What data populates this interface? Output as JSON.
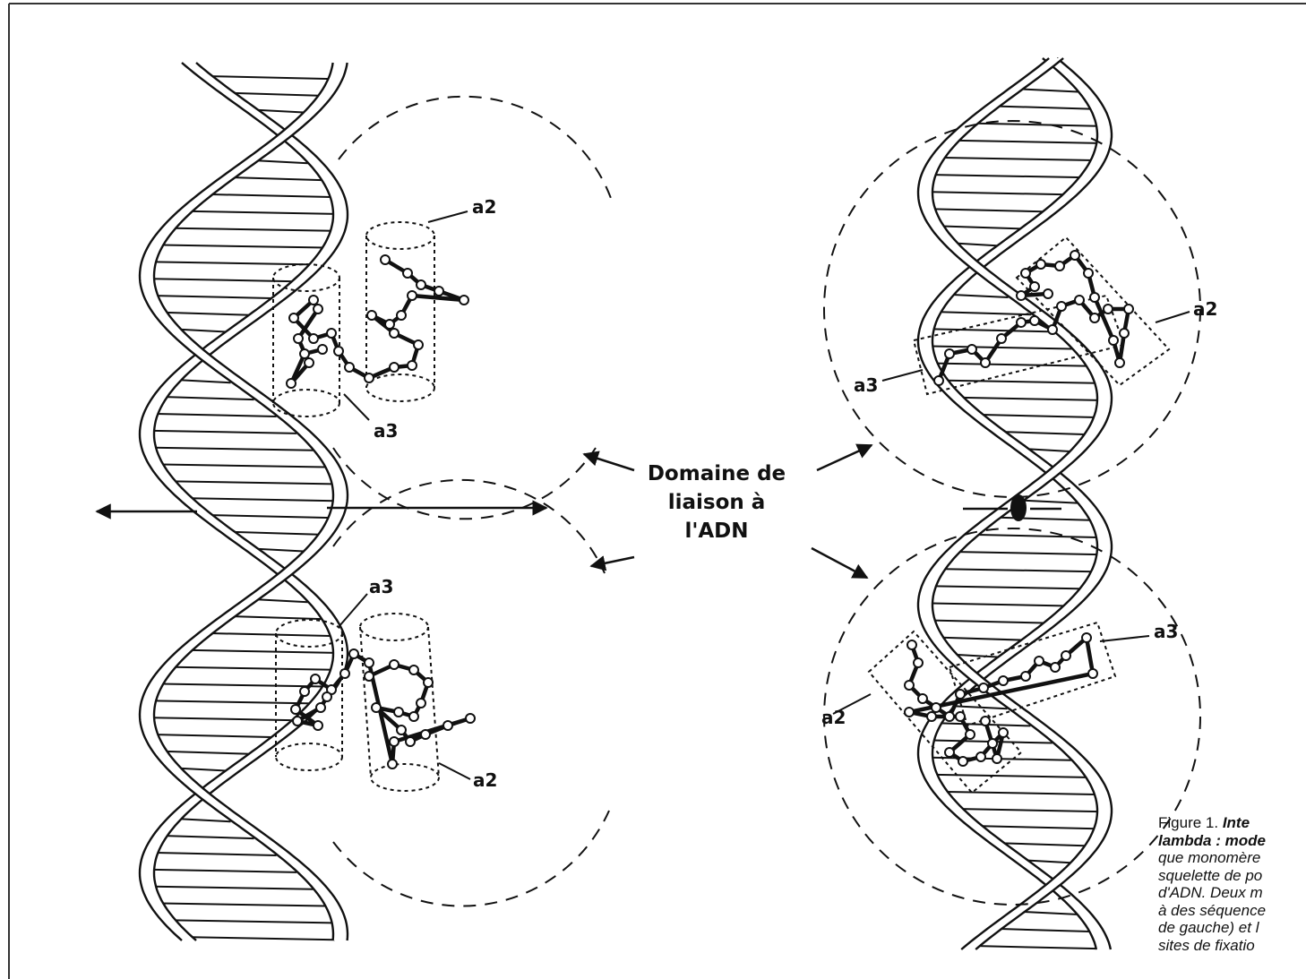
{
  "center_label": {
    "line1": "Domaine de",
    "line2": "liaison à",
    "line3": "l'ADN"
  },
  "left_helix": {
    "upper_labels": {
      "a2": "a2",
      "a3": "a3"
    },
    "lower_labels": {
      "a3": "a3",
      "a2": "a2"
    }
  },
  "right_helix": {
    "upper_labels": {
      "a2": "a2",
      "a3": "a3"
    },
    "lower_labels": {
      "a3": "a3",
      "a2": "a2"
    }
  },
  "caption": {
    "figure_number": "Figure 1.",
    "title_part1": "Inte",
    "title_part2": "lambda : mode",
    "line3": "que monomère",
    "line4": "squelette de po",
    "line5": "d'ADN. Deux m",
    "line6": "à des séquence",
    "line7": "de gauche) et l",
    "line8": "sites de fixatio"
  },
  "colors": {
    "ink": "#111111",
    "paper": "#ffffff"
  }
}
